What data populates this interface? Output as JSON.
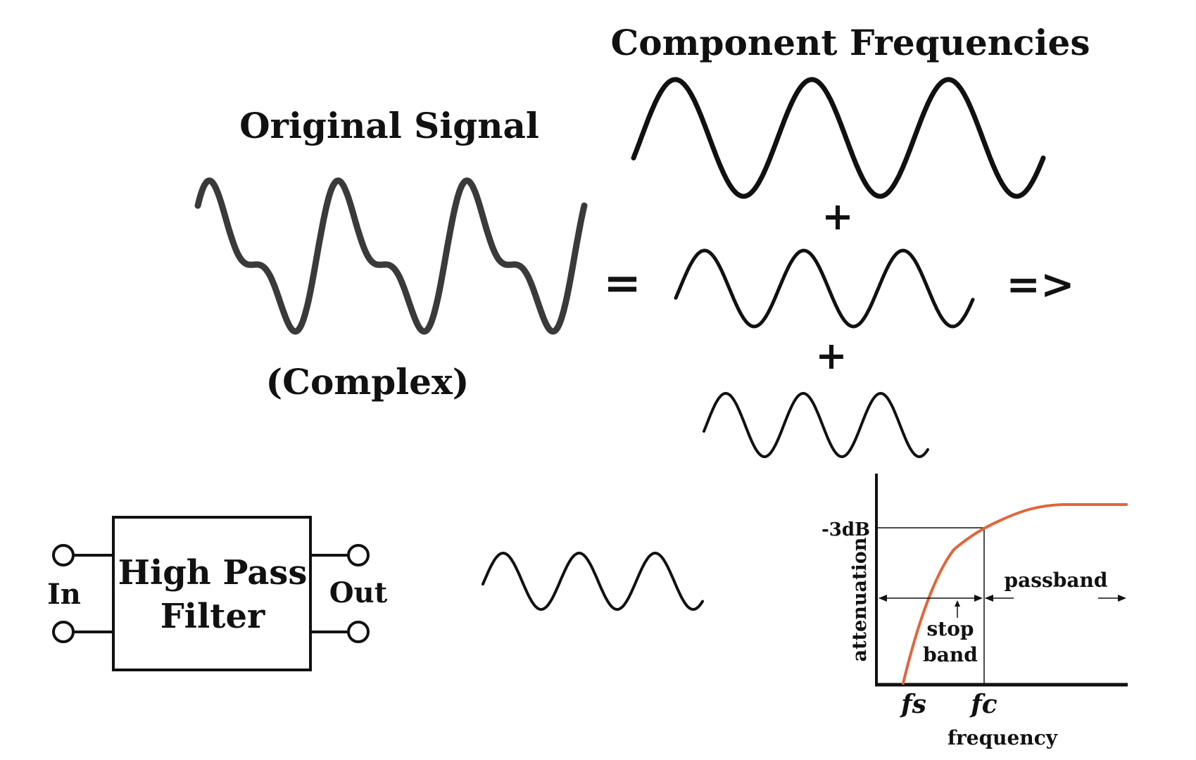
{
  "titles": {
    "original_signal": "Original Signal",
    "complex": "(Complex)",
    "component_frequencies": "Component Frequencies"
  },
  "operators": {
    "equals": "=",
    "plus_1": "+",
    "plus_2": "+",
    "arrow": "=>"
  },
  "filter": {
    "label_line1": "High Pass",
    "label_line2": "Filter",
    "input_label": "In",
    "output_label": "Out"
  },
  "response_graph": {
    "level_label": "-3dB",
    "y_axis_label": "attenuation",
    "x_axis_label": "frequency",
    "fs_label": "fs",
    "fc_label": "fc",
    "passband_label": "passband",
    "stopband_line1": "stop",
    "stopband_line2": "band",
    "curve_color": "#e0663a"
  },
  "colors": {
    "original_wave": "#3a3a3a",
    "ink": "#111111"
  }
}
